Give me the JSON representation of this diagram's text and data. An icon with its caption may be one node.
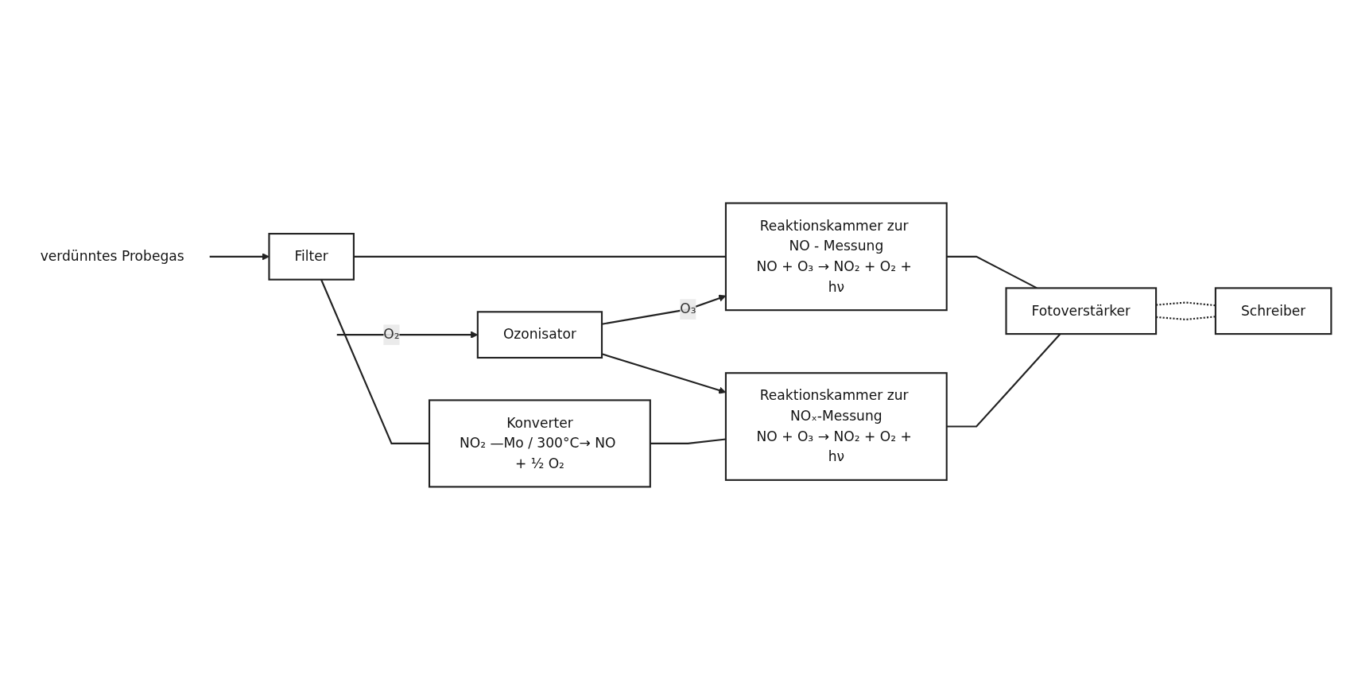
{
  "diagram": {
    "nodes": [
      {
        "text": [
          "verdünntes Probegas"
        ]
      },
      {
        "text": [
          "Filter"
        ]
      },
      {
        "text": [
          "Ozonisator"
        ]
      },
      {
        "text": [
          "Reaktionskammer zur NO - Messung",
          "NO + O₃ → NO₂ + O₂ + hν"
        ]
      },
      {
        "text": [
          "Konverter",
          "NO₂ —Mo / 300°C→ NO + ½ O₂"
        ]
      },
      {
        "text": [
          "Reaktionskammer zur NOₓ-Messung",
          "NO + O₃ → NO₂ + O₂ + hν"
        ]
      },
      {
        "text": [
          "Fotoverstärker"
        ]
      },
      {
        "text": [
          "Schreiber"
        ]
      }
    ],
    "edges": [
      {
        "from": null,
        "to": 2,
        "arrow": "to",
        "label": "O₂"
      },
      {
        "from": 0,
        "to": 1,
        "arrow": "to"
      },
      {
        "from": 1,
        "to": 3,
        "arrow": "none"
      },
      {
        "from": 1,
        "to": 4,
        "arrow": "none"
      },
      {
        "from": 2,
        "to": 3,
        "arrow": "to",
        "label": "O₃"
      },
      {
        "from": 2,
        "to": 5,
        "arrow": "to"
      },
      {
        "from": 4,
        "to": 5,
        "arrow": "none"
      },
      {
        "from": 3,
        "to": 6,
        "arrow": "none"
      },
      {
        "from": 5,
        "to": 6,
        "arrow": "none"
      },
      {
        "from": 6,
        "to": 7,
        "arrow": "none",
        "style": "dashed"
      },
      {
        "from": 6,
        "to": 7,
        "arrow": "none",
        "style": "dashed"
      }
    ]
  }
}
